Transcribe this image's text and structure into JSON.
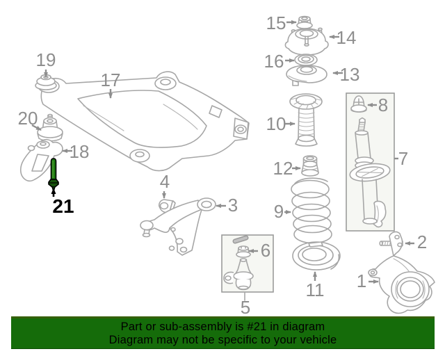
{
  "callouts": {
    "c1": "1",
    "c2": "2",
    "c3": "3",
    "c4": "4",
    "c5": "5",
    "c6": "6",
    "c7": "7",
    "c8": "8",
    "c9": "9",
    "c10": "10",
    "c11": "11",
    "c12": "12",
    "c13": "13",
    "c14": "14",
    "c15": "15",
    "c16": "16",
    "c17": "17",
    "c18": "18",
    "c19": "19",
    "c20": "20",
    "c21": "21"
  },
  "highlighted_part": {
    "number": "21",
    "highlight_color": "#1d7a10"
  },
  "banner": {
    "line1": "Part or sub-assembly is #21 in diagram",
    "line2": "Diagram may not be specific to your vehicle",
    "background_color": "#156c0a",
    "text_color": "#000000"
  },
  "colors": {
    "line_art_gray": "#a6a6a6",
    "callout_label_gray": "#8e8e8e",
    "group_box_fill": "#f6f7f3",
    "highlight_green": "#1d7a10"
  }
}
